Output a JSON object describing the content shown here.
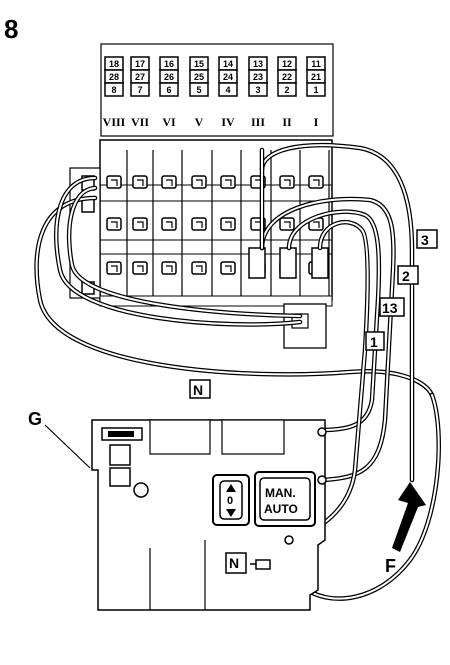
{
  "figure_number": "8",
  "terminal_rows": [
    [
      "18",
      "17",
      "16",
      "15",
      "14",
      "13",
      "12",
      "11"
    ],
    [
      "28",
      "27",
      "26",
      "25",
      "24",
      "23",
      "22",
      "21"
    ],
    [
      "8",
      "7",
      "6",
      "5",
      "4",
      "3",
      "2",
      "1"
    ]
  ],
  "roman_numerals": [
    "VIII",
    "VII",
    "VI",
    "V",
    "IV",
    "III",
    "II",
    "I"
  ],
  "wire_tags": {
    "tag_3": "3",
    "tag_2": "2",
    "tag_13": "13",
    "tag_1": "1",
    "tag_n_upper": "N",
    "tag_n_lower": "N"
  },
  "callouts": {
    "g": "G",
    "f": "F"
  },
  "switch_arrow_label": "0",
  "man_auto_button": {
    "line1": "MAN.",
    "line2": "AUTO"
  }
}
